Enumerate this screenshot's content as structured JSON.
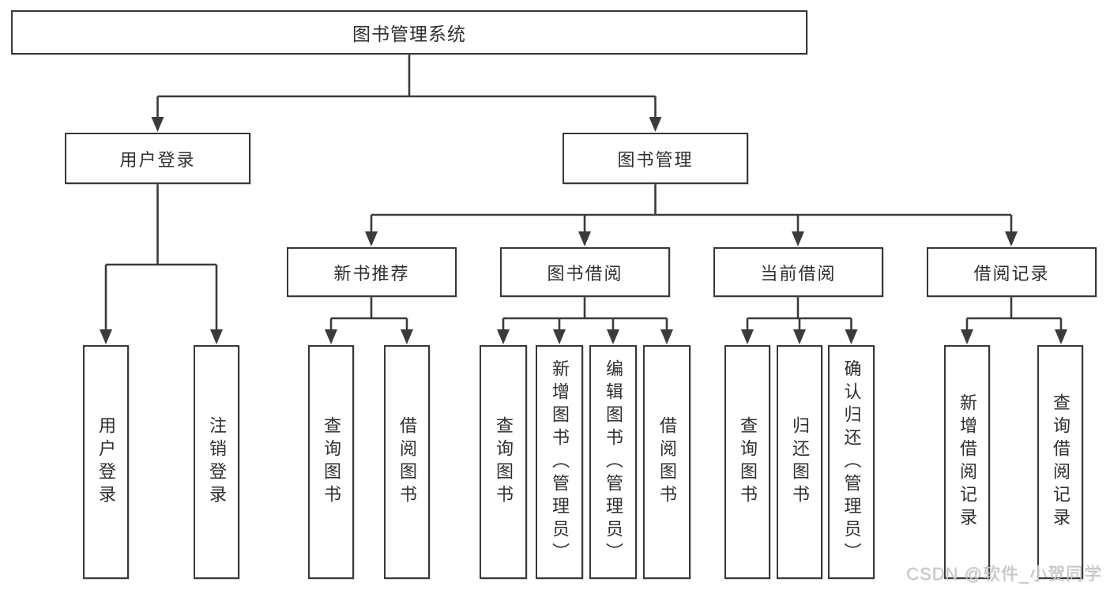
{
  "diagram": {
    "title": "图书管理系统",
    "branches": [
      {
        "label": "用户登录",
        "children": [
          {
            "label": "用户登录"
          },
          {
            "label": "注销登录"
          }
        ]
      },
      {
        "label": "图书管理",
        "children": [
          {
            "label": "新书推荐",
            "children": [
              {
                "label": "查询图书"
              },
              {
                "label": "借阅图书"
              }
            ]
          },
          {
            "label": "图书借阅",
            "children": [
              {
                "label": "查询图书"
              },
              {
                "label": "新增图书（管理员）"
              },
              {
                "label": "编辑图书（管理员）"
              },
              {
                "label": "借阅图书"
              }
            ]
          },
          {
            "label": "当前借阅",
            "children": [
              {
                "label": "查询图书"
              },
              {
                "label": "归还图书"
              },
              {
                "label": "确认归还（管理员）"
              }
            ]
          },
          {
            "label": "借阅记录",
            "children": [
              {
                "label": "新增借阅记录"
              },
              {
                "label": "查询借阅记录"
              }
            ]
          }
        ]
      }
    ]
  },
  "watermark": {
    "text": "CSDN @软件_小贺同学"
  },
  "colors": {
    "line": "#3b3b3b",
    "box_border": "#383838",
    "box_fill": "#ffffff",
    "text": "#2f2f2f",
    "watermark": "#c6c6c6",
    "background": "#ffffff"
  }
}
